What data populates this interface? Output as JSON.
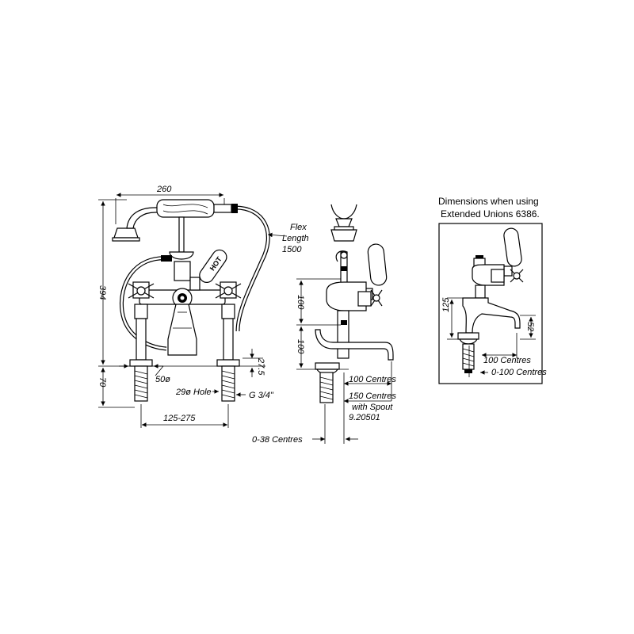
{
  "front_view": {
    "width_label": "260",
    "height_label": "394",
    "deck_label": "70",
    "centres_label": "125-275",
    "hole_label": "29ø Hole",
    "thread_label": "G 3/4\"",
    "base_label": "50ø",
    "spacing_label": "27.5",
    "flex_label": "Flex",
    "length_label": "Length",
    "flex_value": "1500",
    "lever_mark": "HOT"
  },
  "side_view": {
    "upper_label": "100",
    "lower_label": "100",
    "centres_100": "100 Centres",
    "centres_150": "150 Centres",
    "with_spout": "with Spout",
    "spout_code": "9.20501",
    "offset_label": "0-38 Centres"
  },
  "inset": {
    "title_line1": "Dimensions when using",
    "title_line2": "Extended Unions 6386.",
    "height_label": "125",
    "spout_label": "52",
    "centres_label": "100 Centres",
    "range_label": "0-100 Centres"
  }
}
